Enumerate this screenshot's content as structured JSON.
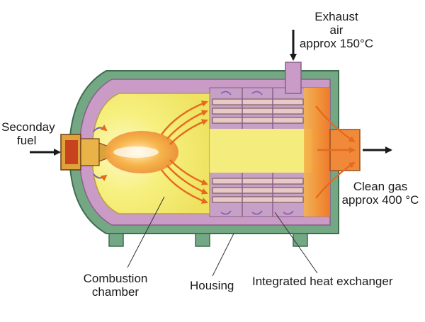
{
  "labels": {
    "exhaust_line1": "Exhaust",
    "exhaust_line2": "air",
    "exhaust_line3": "approx 150°C",
    "fuel_line1": "Seconday",
    "fuel_line2": "fuel",
    "clean_line1": "Clean gas",
    "clean_line2": "approx 400 °C",
    "combustion_line1": "Combustion",
    "combustion_line2": "chamber",
    "housing": "Housing",
    "heat_exchanger": "Integrated heat exchanger"
  },
  "colors": {
    "housing_shell": "#74a884",
    "inner_lining": "#c99bc6",
    "combustion_core": "#f3ee79",
    "hot_outlet": "#f08a3a",
    "flame": "#f4a23c",
    "tube": "#e7c9c7",
    "arrow": "#1a1a1a"
  }
}
